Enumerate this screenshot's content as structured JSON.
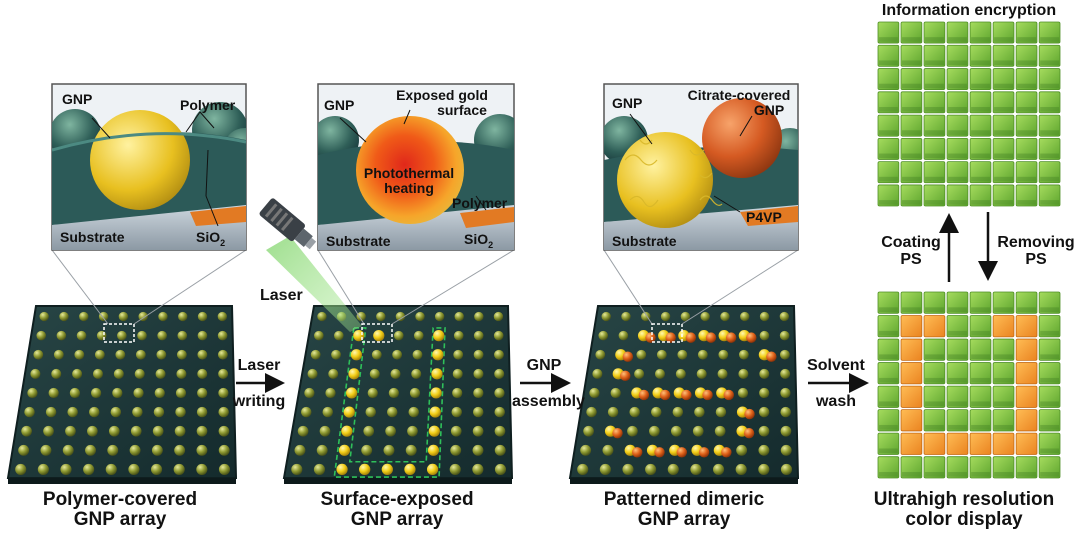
{
  "stages": [
    {
      "caption_line1": "Polymer-covered",
      "caption_line2": "GNP array"
    },
    {
      "caption_line1": "Surface-exposed",
      "caption_line2": "GNP array"
    },
    {
      "caption_line1": "Patterned dimeric",
      "caption_line2": "GNP array"
    },
    {
      "caption_line1": "Ultrahigh resolution",
      "caption_line2": "color display"
    }
  ],
  "arrows": [
    {
      "line1": "Laser",
      "line2": "writing"
    },
    {
      "line1": "GNP",
      "line2": "assembly"
    },
    {
      "line1": "Solvent",
      "line2": "wash"
    }
  ],
  "insets": {
    "one": {
      "gnp": "GNP",
      "polymer": "Polymer",
      "substrate": "Substrate",
      "sio2": "SiO",
      "sio2_sub": "2"
    },
    "two": {
      "gnp": "GNP",
      "exposed_line1": "Exposed gold",
      "exposed_line2": "surface",
      "heat_line1": "Photothermal",
      "heat_line2": "heating",
      "polymer": "Polymer",
      "substrate": "Substrate",
      "sio2": "SiO",
      "sio2_sub": "2"
    },
    "three": {
      "gnp": "GNP",
      "citrate_line1": "Citrate-covered",
      "citrate_line2": "GNP",
      "p4vp": "P4VP",
      "substrate": "Substrate"
    }
  },
  "laser_label": "Laser",
  "display": {
    "top_title": "Information encryption",
    "coating_line1": "Coating",
    "coating_line2": "PS",
    "removing_line1": "Removing",
    "removing_line2": "PS"
  },
  "colors": {
    "board": "#1f3a3a",
    "gnp_olive": "#9aa63a",
    "gnp_yellow": "#f5d21c",
    "gnp_orange": "#e0671a",
    "pixel_green": "#7fc241",
    "pixel_orange": "#f39a2e",
    "dashed_green": "#2fc05a"
  }
}
